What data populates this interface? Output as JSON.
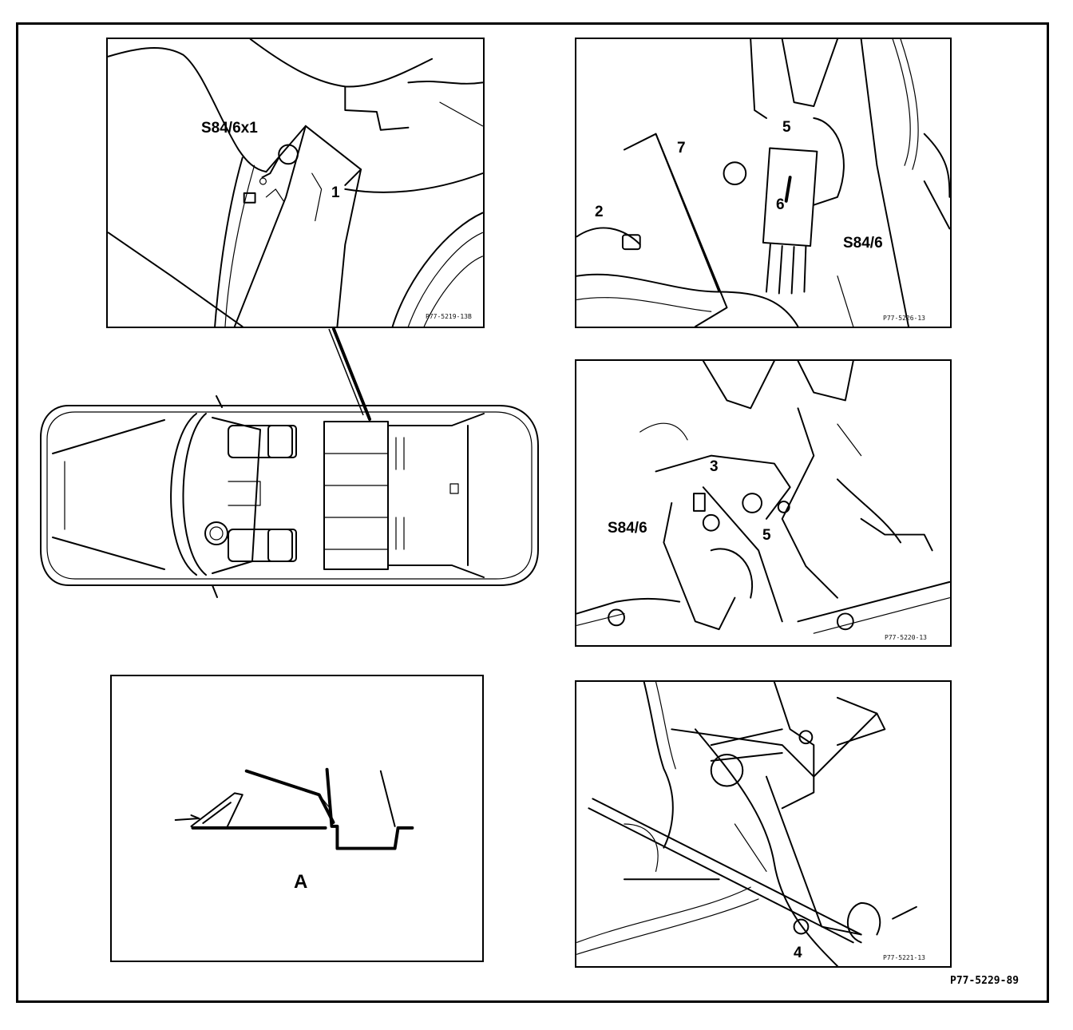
{
  "panels": {
    "top_left": {
      "labels": {
        "connector": "S84/6x1",
        "part_1": "1"
      },
      "ref": "P77-5219-13B"
    },
    "top_right": {
      "labels": {
        "part_2": "2",
        "part_5": "5",
        "part_6": "6",
        "part_7": "7",
        "switch": "S84/6"
      },
      "ref": "P77-5226-13"
    },
    "middle_right": {
      "labels": {
        "part_3": "3",
        "switch": "S84/6",
        "part_5": "5"
      },
      "ref": "P77-5220-13"
    },
    "bottom_right": {
      "labels": {
        "part_4": "4"
      },
      "ref": "P77-5221-13"
    },
    "bottom_left": {
      "labels": {
        "detail": "A"
      }
    }
  },
  "document_ref": "P77-5229-89"
}
